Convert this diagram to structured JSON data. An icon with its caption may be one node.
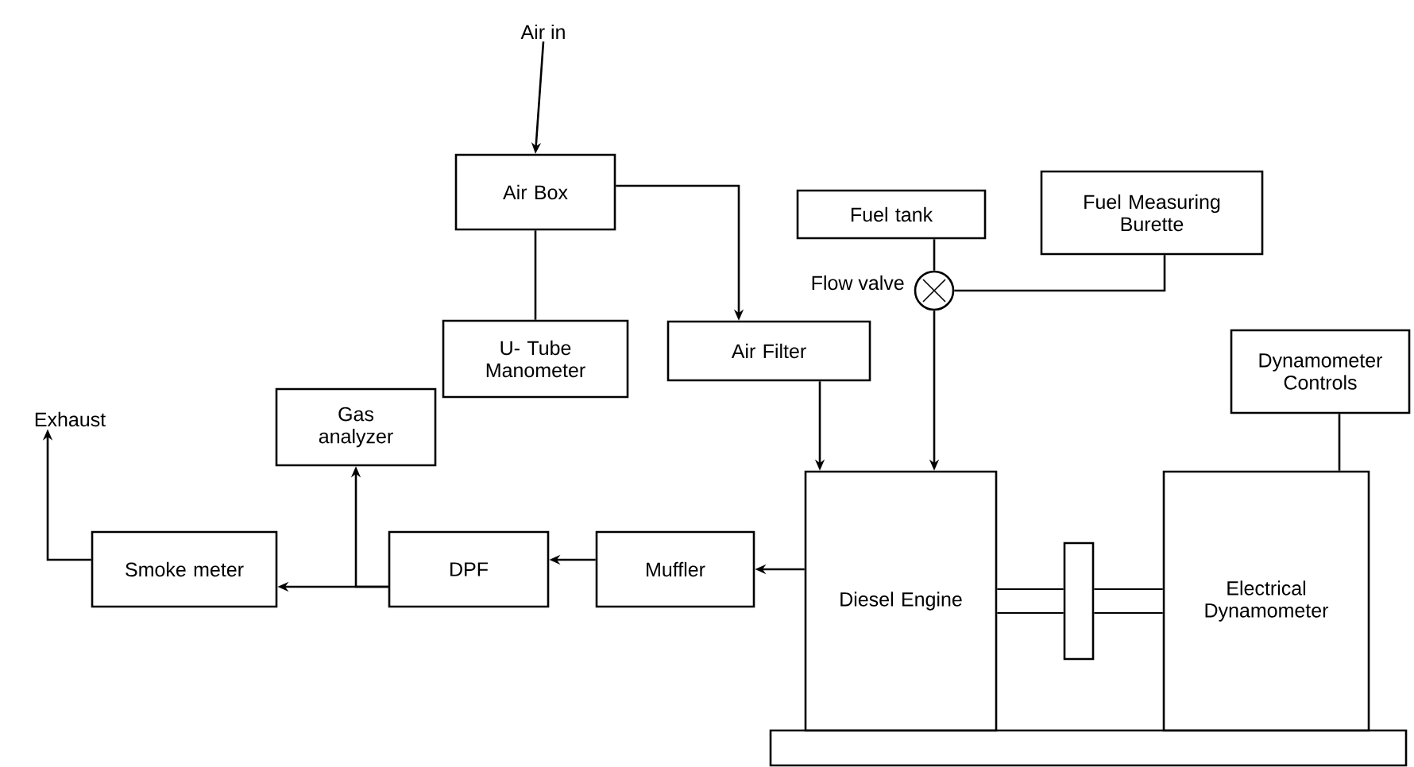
{
  "diagram": {
    "nodes": [
      {
        "text": [
          "Air in"
        ]
      },
      {
        "text": [
          "Air Box"
        ]
      },
      {
        "text": [
          "U- Tube Manometer"
        ]
      },
      {
        "text": [
          "Air Filter"
        ]
      },
      {
        "text": [
          "Fuel tank"
        ]
      },
      {
        "text": [],
        "shape": "circle",
        "beside": [
          "Flow valve"
        ]
      },
      {
        "text": [
          "Fuel Measuring Burette"
        ]
      },
      {
        "text": [
          "Dynamometer Controls"
        ]
      },
      {
        "text": [
          "Diesel Engine"
        ]
      },
      {
        "text": [
          "Electrical Dynamometer"
        ]
      },
      {
        "text": [],
        "shape": "box"
      },
      {
        "text": [],
        "shape": "bar"
      },
      {
        "text": [
          "Muffler"
        ]
      },
      {
        "text": [
          "DPF"
        ]
      },
      {
        "text": [
          "Smoke meter"
        ]
      },
      {
        "text": [
          "Gas analyzer"
        ]
      },
      {
        "text": [
          "Exhaust"
        ]
      }
    ],
    "edges": [
      {
        "from": 0,
        "to": 1,
        "arrow": "to"
      },
      {
        "from": 1,
        "to": 2,
        "arrow": "none"
      },
      {
        "from": 1,
        "to": 3,
        "arrow": "to"
      },
      {
        "from": 4,
        "to": 5,
        "arrow": "none"
      },
      {
        "from": 6,
        "to": 5,
        "arrow": "none"
      },
      {
        "from": 5,
        "to": 8,
        "arrow": "to"
      },
      {
        "from": 3,
        "to": 8,
        "arrow": "to"
      },
      {
        "from": 7,
        "to": 9,
        "arrow": "none"
      },
      {
        "from": 8,
        "to": 12,
        "arrow": "to"
      },
      {
        "from": 12,
        "to": 13,
        "arrow": "to"
      },
      {
        "from": 13,
        "to": 14,
        "arrow": "to"
      },
      {
        "from": 13,
        "to": 15,
        "arrow": "to"
      },
      {
        "from": 14,
        "to": 16,
        "arrow": "to"
      },
      {
        "from": 8,
        "to": 10,
        "arrow": "none",
        "style": "thick"
      },
      {
        "from": 10,
        "to": 9,
        "arrow": "none",
        "style": "thick"
      }
    ]
  }
}
